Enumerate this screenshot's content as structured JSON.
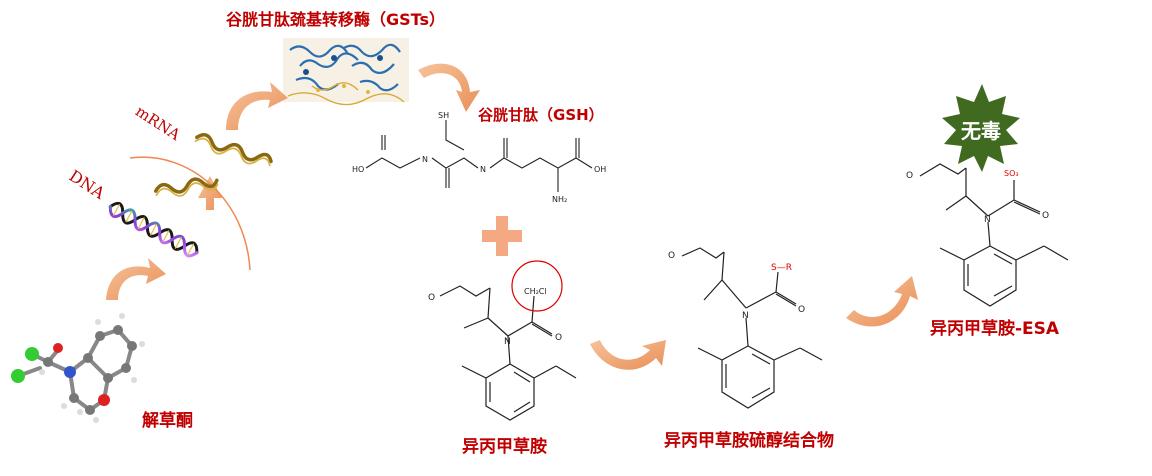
{
  "labels": {
    "gst": "谷胱甘肽巯基转移酶（GSTs）",
    "gsh": "谷胱甘肽（GSH）",
    "mrna": "mRNA",
    "dna": "DNA",
    "benoxacor": "解草酮",
    "metolachlor": "异丙甲草胺",
    "conjugate": "异丙甲草胺硫醇结合物",
    "esa": "异丙甲草胺-ESA",
    "nontoxic": "无毒"
  },
  "chem": {
    "sh": "SH",
    "nh": "N",
    "nh2": "NH₂",
    "oh": "OH",
    "o": "O",
    "n": "N",
    "ch2cl": "CH₂Cl",
    "s_r": "S—R",
    "so3": "SO₃",
    "ho": "HO"
  },
  "colors": {
    "label_red": "#c00000",
    "arrow_orange": "#f0a878",
    "star_green": "#3f6a1f",
    "circle_red": "#e00000"
  }
}
